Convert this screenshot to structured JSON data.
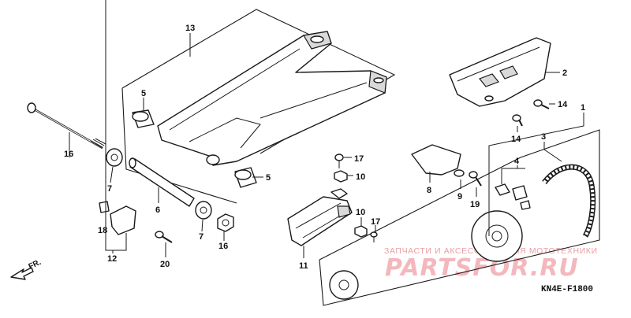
{
  "diagram": {
    "code": "KN4E-F1800",
    "direction_label": "FR.",
    "watermark": {
      "top": "ЗАПЧАСТИ И АКСЕССУАРЫ ДЛЯ МОТОТЕХНИКИ",
      "brand": "PARTSFOR.RU"
    },
    "callouts": [
      "13",
      "5",
      "5",
      "16",
      "7",
      "6",
      "7",
      "18",
      "12",
      "20",
      "16",
      "17",
      "10",
      "10",
      "17",
      "11",
      "2",
      "14",
      "14",
      "1",
      "3",
      "4",
      "8",
      "9",
      "19"
    ]
  }
}
